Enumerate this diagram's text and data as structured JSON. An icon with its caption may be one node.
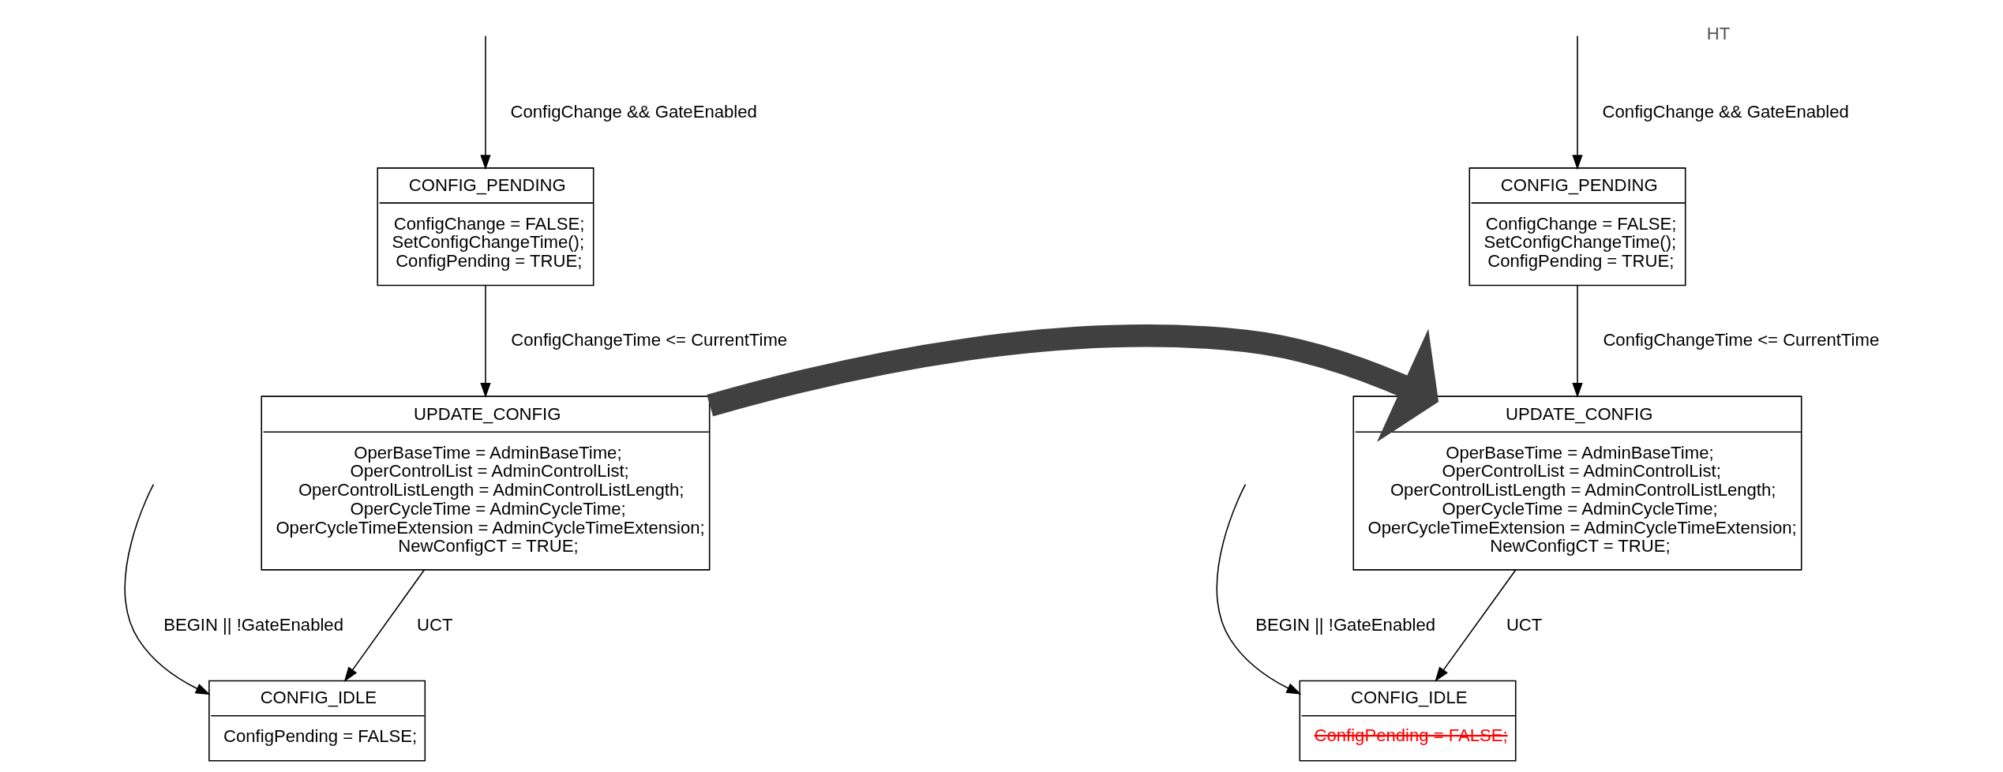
{
  "diagram": {
    "nodes": [
      {
        "text": [
          "CONFIG_PENDING",
          "ConfigChange = FALSE; SetConfigChangeTime(); ConfigPending = TRUE;"
        ]
      },
      {
        "text": [
          "UPDATE_CONFIG",
          "OperBaseTime = AdminBaseTime; OperControlList = AdminControlList; OperControlListLength = AdminControlListLength; OperCycleTime = AdminCycleTime; OperCycleTimeExtension = AdminCycleTimeExtension; NewConfigCT = TRUE;"
        ]
      },
      {
        "text": [
          "CONFIG_IDLE",
          "ConfigPending = FALSE;"
        ]
      },
      {
        "text": [
          "CONFIG_PENDING",
          "ConfigChange = FALSE; SetConfigChangeTime(); ConfigPending = TRUE;"
        ]
      },
      {
        "text": [
          "UPDATE_CONFIG",
          "OperBaseTime = AdminBaseTime; OperControlList = AdminControlList; OperControlListLength = AdminControlListLength; OperCycleTime = AdminCycleTime; OperCycleTimeExtension = AdminCycleTimeExtension; NewConfigCT = TRUE;"
        ]
      },
      {
        "text": [
          "CONFIG_IDLE",
          "ConfigPending = FALSE;"
        ]
      }
    ],
    "edges": [
      {
        "from": null,
        "to": 0,
        "arrow": "to",
        "label": "ConfigChange && GateEnabled"
      },
      {
        "from": 0,
        "to": 1,
        "arrow": "to",
        "label": "ConfigChangeTime <= CurrentTime"
      },
      {
        "from": 1,
        "to": 2,
        "arrow": "to",
        "label": "UCT"
      },
      {
        "from": null,
        "to": 2,
        "arrow": "to",
        "label": "BEGIN || !GateEnabled"
      },
      {
        "from": 1,
        "to": 4,
        "arrow": "to",
        "style": "thick",
        "color": "#404040"
      },
      {
        "from": null,
        "to": 3,
        "arrow": "to",
        "label": "ConfigChange && GateEnabled"
      },
      {
        "from": 3,
        "to": 4,
        "arrow": "to",
        "label": "ConfigChangeTime <= CurrentTime"
      },
      {
        "from": 4,
        "to": 5,
        "arrow": "to",
        "label": "UCT"
      },
      {
        "from": null,
        "to": 5,
        "arrow": "to",
        "label": "BEGIN || !GateEnabled"
      }
    ],
    "labels": [
      "HT"
    ]
  }
}
